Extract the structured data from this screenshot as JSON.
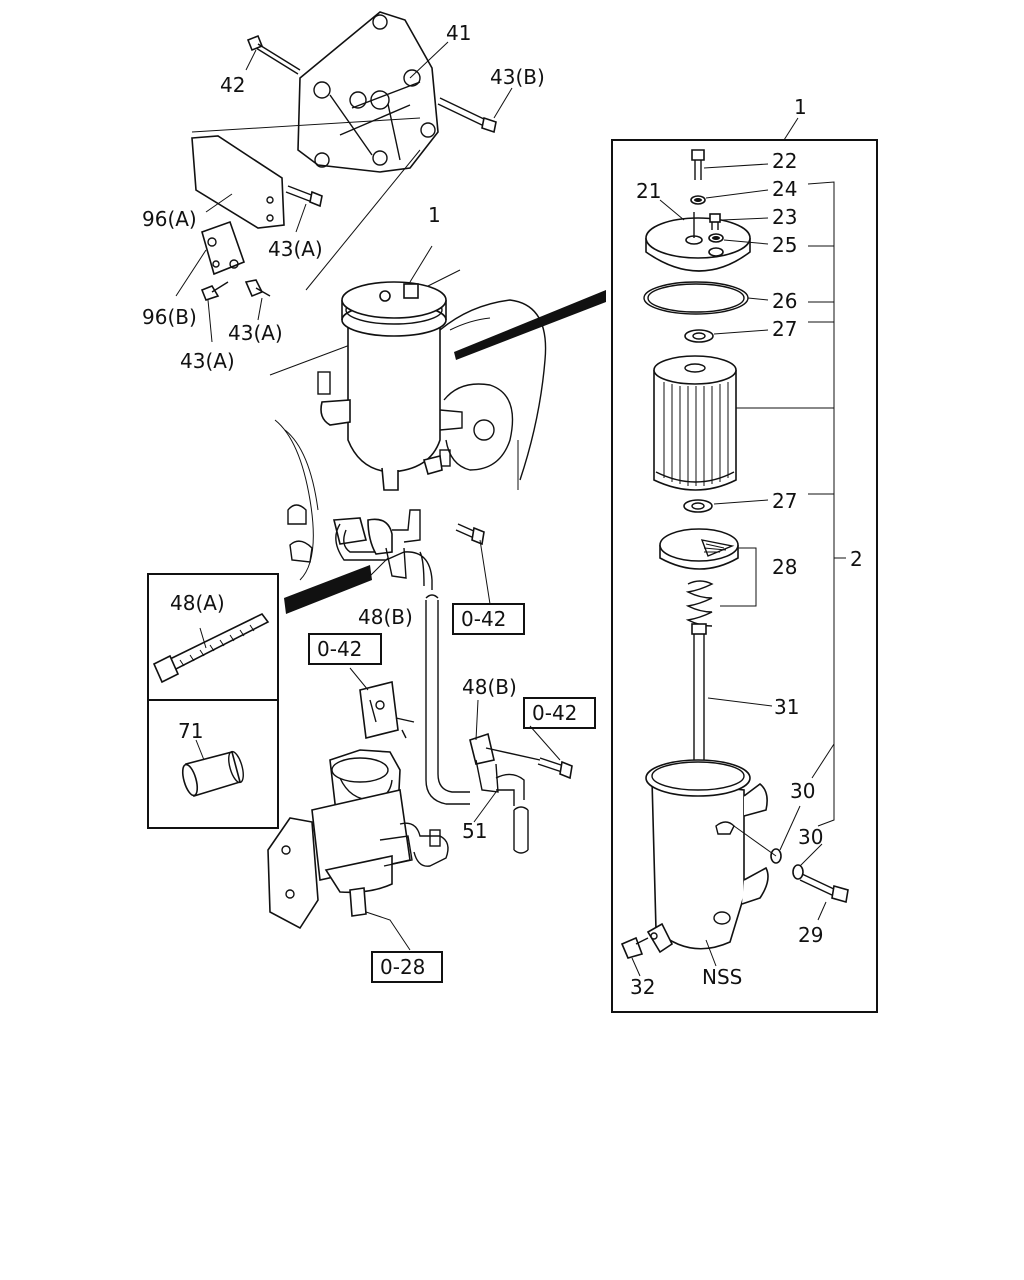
{
  "colors": {
    "line": "#111111",
    "background": "#ffffff"
  },
  "labels": {
    "l41": "41",
    "l42": "42",
    "l43b": "43(B)",
    "l96a": "96(A)",
    "l43a_1": "43(A)",
    "l96b": "96(B)",
    "l43a_2": "43(A)",
    "l43a_3": "43(A)",
    "l1_main": "1",
    "l48b_1": "48(B)",
    "l48b_2": "48(B)",
    "l51": "51",
    "l1_kit": "1",
    "l22": "22",
    "l21": "21",
    "l24": "24",
    "l23": "23",
    "l25": "25",
    "l26": "26",
    "l27_top": "27",
    "l27_bot": "27",
    "l28": "28",
    "l2": "2",
    "l31": "31",
    "l30_a": "30",
    "l30_b": "30",
    "l29": "29",
    "l32": "32",
    "lnss": "NSS"
  },
  "refs": {
    "r042_a": "0-42",
    "r042_b": "0-42",
    "r042_c": "0-42",
    "r028": "0-28"
  },
  "inset": {
    "tie_label": "48(A)",
    "sleeve_label": "71"
  }
}
